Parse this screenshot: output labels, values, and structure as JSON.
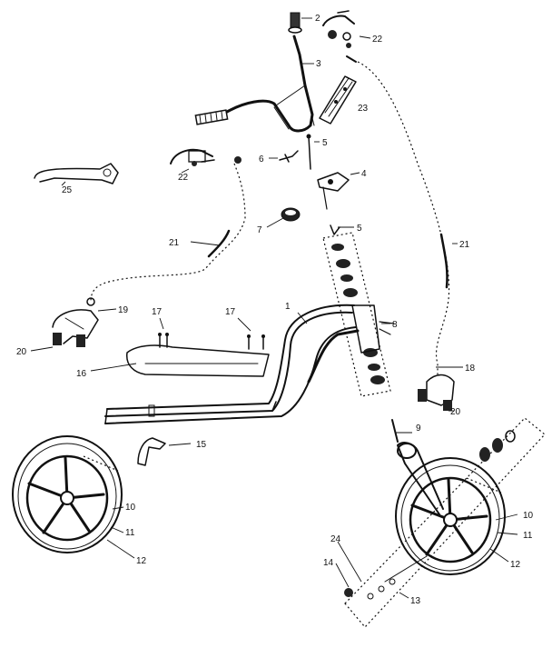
{
  "callouts": {
    "c1": "1",
    "c2": "2",
    "c3": "3",
    "c4": "4",
    "c5a": "5",
    "c5b": "5",
    "c6": "6",
    "c7": "7",
    "c8": "8",
    "c9": "9",
    "c10a": "10",
    "c10b": "10",
    "c11a": "11",
    "c11b": "11",
    "c12a": "12",
    "c12b": "12",
    "c13": "13",
    "c14": "14",
    "c15": "15",
    "c16": "16",
    "c17a": "17",
    "c17b": "17",
    "c18": "18",
    "c19": "19",
    "c20a": "20",
    "c20b": "20",
    "c21a": "21",
    "c21b": "21",
    "c22a": "22",
    "c22b": "22",
    "c23": "23",
    "c24": "24",
    "c25": "25"
  }
}
